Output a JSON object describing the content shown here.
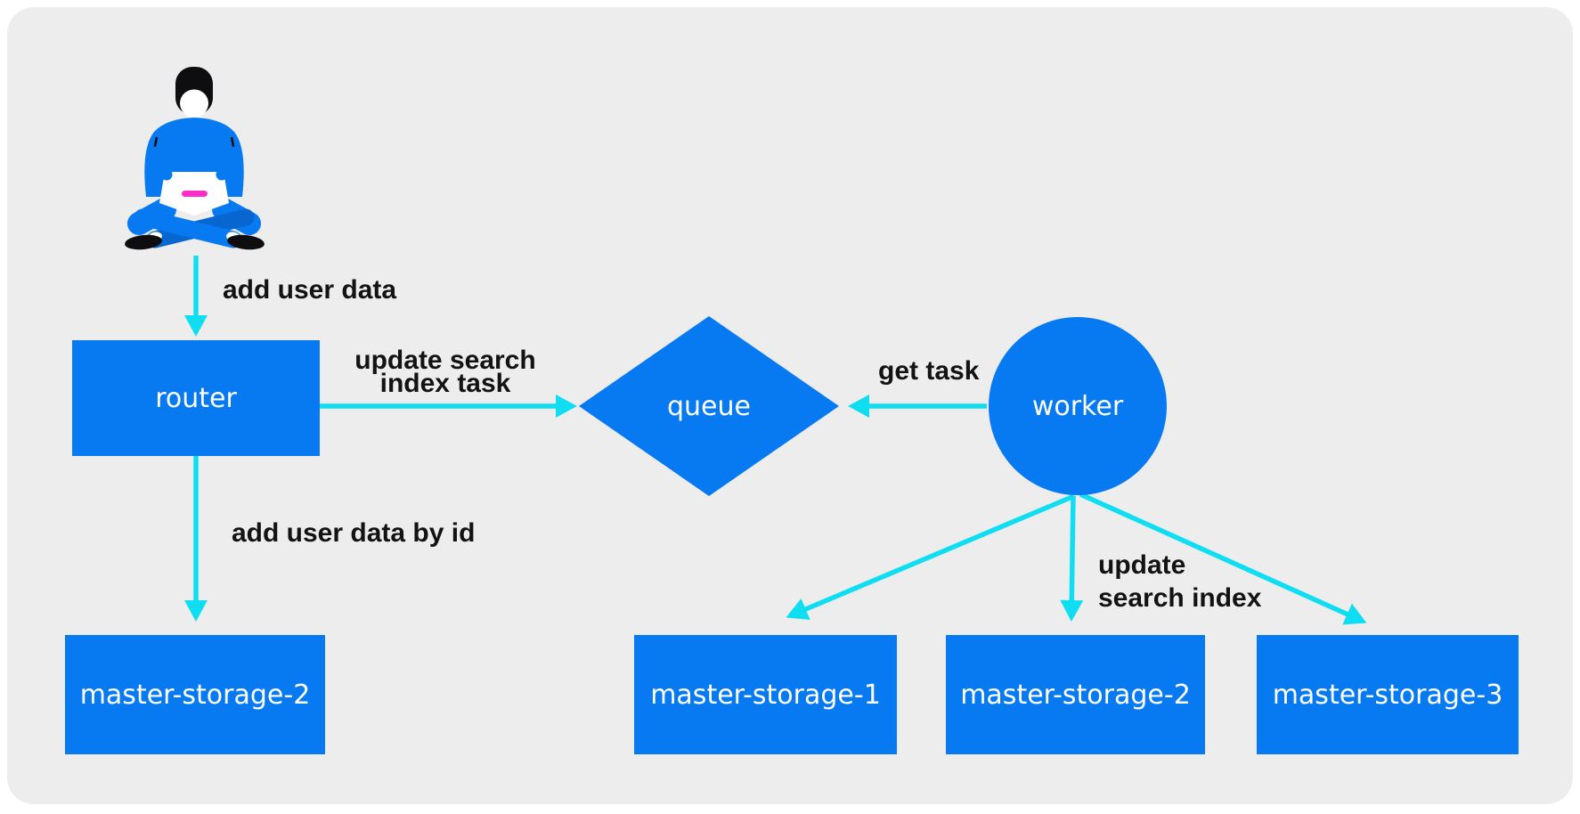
{
  "colors": {
    "page_background": "#ffffff",
    "panel_background": "#ededee",
    "node_blue": "#077af2",
    "arrow_cyan": "#0fdef2",
    "label_text": "#131313",
    "node_text": "#ffffff",
    "person_dark_blue": "#0866d0",
    "person_magenta": "#fb2ec9",
    "person_black": "#0e0e10"
  },
  "icons": {
    "person": "person-with-laptop-illustration"
  },
  "nodes": {
    "router": {
      "label": "router",
      "shape": "rectangle"
    },
    "queue": {
      "label": "queue",
      "shape": "diamond"
    },
    "worker": {
      "label": "worker",
      "shape": "circle"
    },
    "storage_left": {
      "label": "master-storage-2",
      "shape": "rectangle"
    },
    "storage_1": {
      "label": "master-storage-1",
      "shape": "rectangle"
    },
    "storage_2": {
      "label": "master-storage-2",
      "shape": "rectangle"
    },
    "storage_3": {
      "label": "master-storage-3",
      "shape": "rectangle"
    }
  },
  "edges": {
    "user_to_router": {
      "label": "add user data"
    },
    "router_to_queue": {
      "label": "update search index task",
      "lines": [
        "update search",
        "index task"
      ]
    },
    "worker_to_queue": {
      "label": "get task"
    },
    "router_to_storage": {
      "label": "add user data by id"
    },
    "worker_to_storages": {
      "label": "update search index",
      "lines": [
        "update",
        "search index"
      ]
    }
  }
}
